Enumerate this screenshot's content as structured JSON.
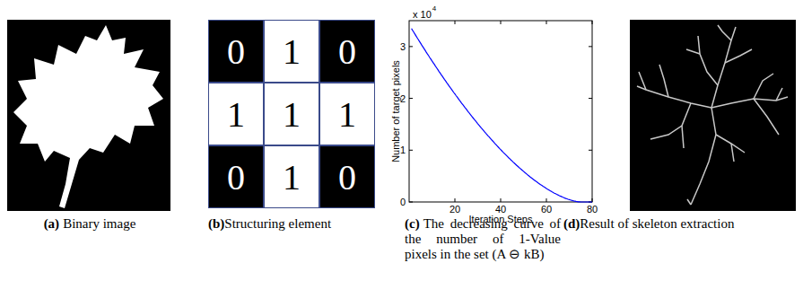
{
  "diagram": {
    "labels": [
      "0",
      "1",
      "0",
      "1",
      "1",
      "1",
      "0",
      "1",
      "0",
      "x 10",
      "4",
      "3",
      "2",
      "1",
      "0",
      "20",
      "40",
      "60",
      "80",
      "Number of target pixels",
      "Iteration Steps",
      "(a)",
      "Binary image",
      "(b)",
      "Structuring element",
      "(c)",
      "The decreasing curve of the number of 1-Value pixels in the set (A ⊖ kB)",
      "(d)",
      "Result of skeleton extraction"
    ]
  }
}
